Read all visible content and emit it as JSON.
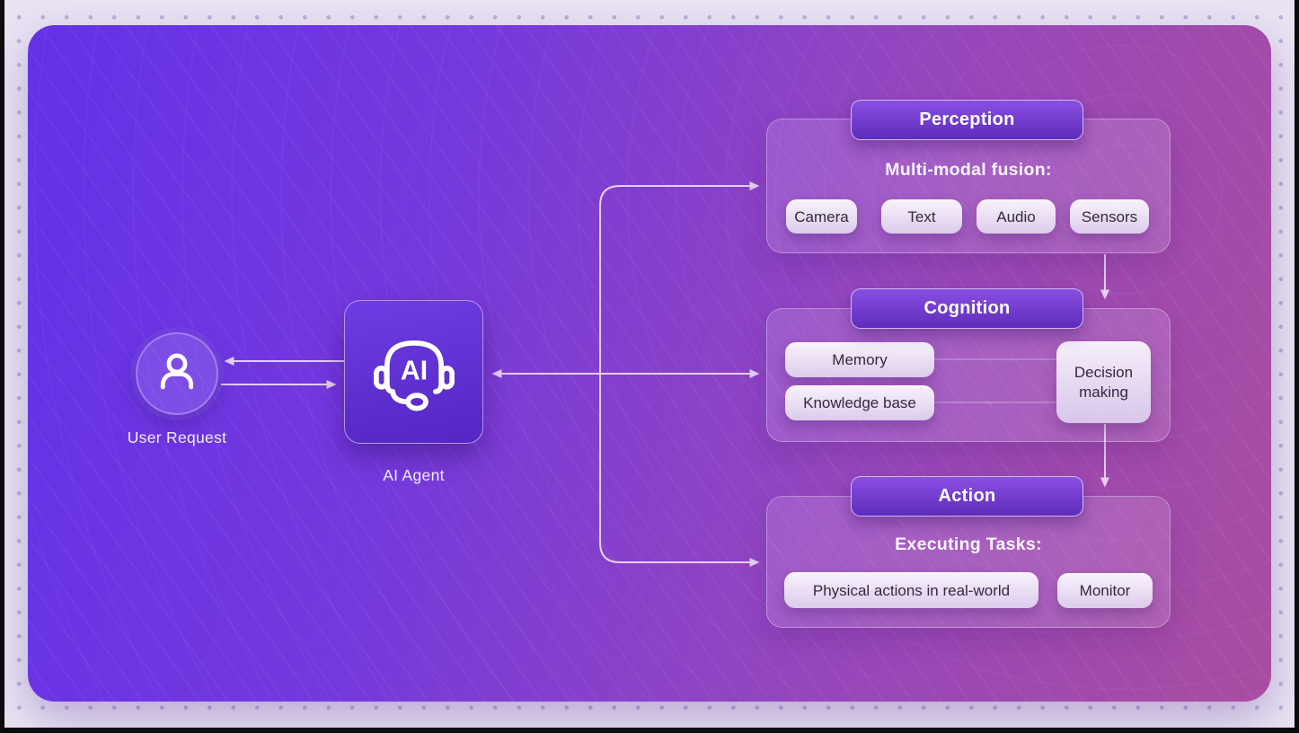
{
  "diagram": {
    "user": {
      "label": "User Request"
    },
    "agent": {
      "icon_text": "AI",
      "label": "AI Agent"
    },
    "perception": {
      "title": "Perception",
      "heading": "Multi-modal fusion:",
      "chips": [
        "Camera",
        "Text",
        "Audio",
        "Sensors"
      ]
    },
    "cognition": {
      "title": "Cognition",
      "chips": [
        "Memory",
        "Knowledge base"
      ],
      "decision": [
        "Decision",
        "making"
      ]
    },
    "action": {
      "title": "Action",
      "heading": "Executing Tasks:",
      "chips": [
        "Physical actions in real-world",
        "Monitor"
      ]
    }
  },
  "colors": {
    "canvas_bg": "#e9e3f3",
    "dot": "#bcaed9",
    "board_gradient_start": "#6431e7",
    "board_gradient_mid": "#8a41c8",
    "board_gradient_end": "#a94da1",
    "badge_gradient_top": "#8a4fe3",
    "badge_gradient_bottom": "#5d2cba",
    "connector": "#e6cef5",
    "chip_bg_top": "#f8f2fb",
    "chip_bg_bottom": "#dccbec",
    "chip_text": "#33293f",
    "text_light": "#f4ecfd"
  }
}
